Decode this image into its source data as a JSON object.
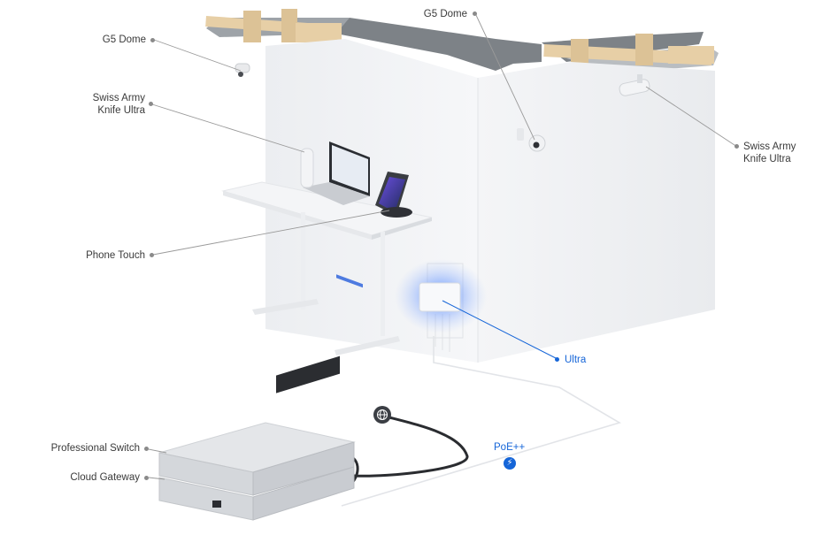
{
  "labels": {
    "g5_dome_left": "G5 Dome",
    "g5_dome_top": "G5 Dome",
    "swiss_army_left": [
      "Swiss Army",
      "Knife Ultra"
    ],
    "swiss_army_right": [
      "Swiss Army",
      "Knife Ultra"
    ],
    "phone_touch": "Phone Touch",
    "ultra": "Ultra",
    "poe": "PoE++",
    "poe_icon": "lightning-bolt",
    "professional_switch": "Professional Switch",
    "cloud_gateway": "Cloud Gateway",
    "internet_icon": "globe"
  },
  "colors": {
    "accent": "#1565d8",
    "label_text": "#3a3a3a",
    "leader": "#8a8a8a",
    "wall": "#f2f3f5",
    "wood": "#e7cfa6"
  }
}
